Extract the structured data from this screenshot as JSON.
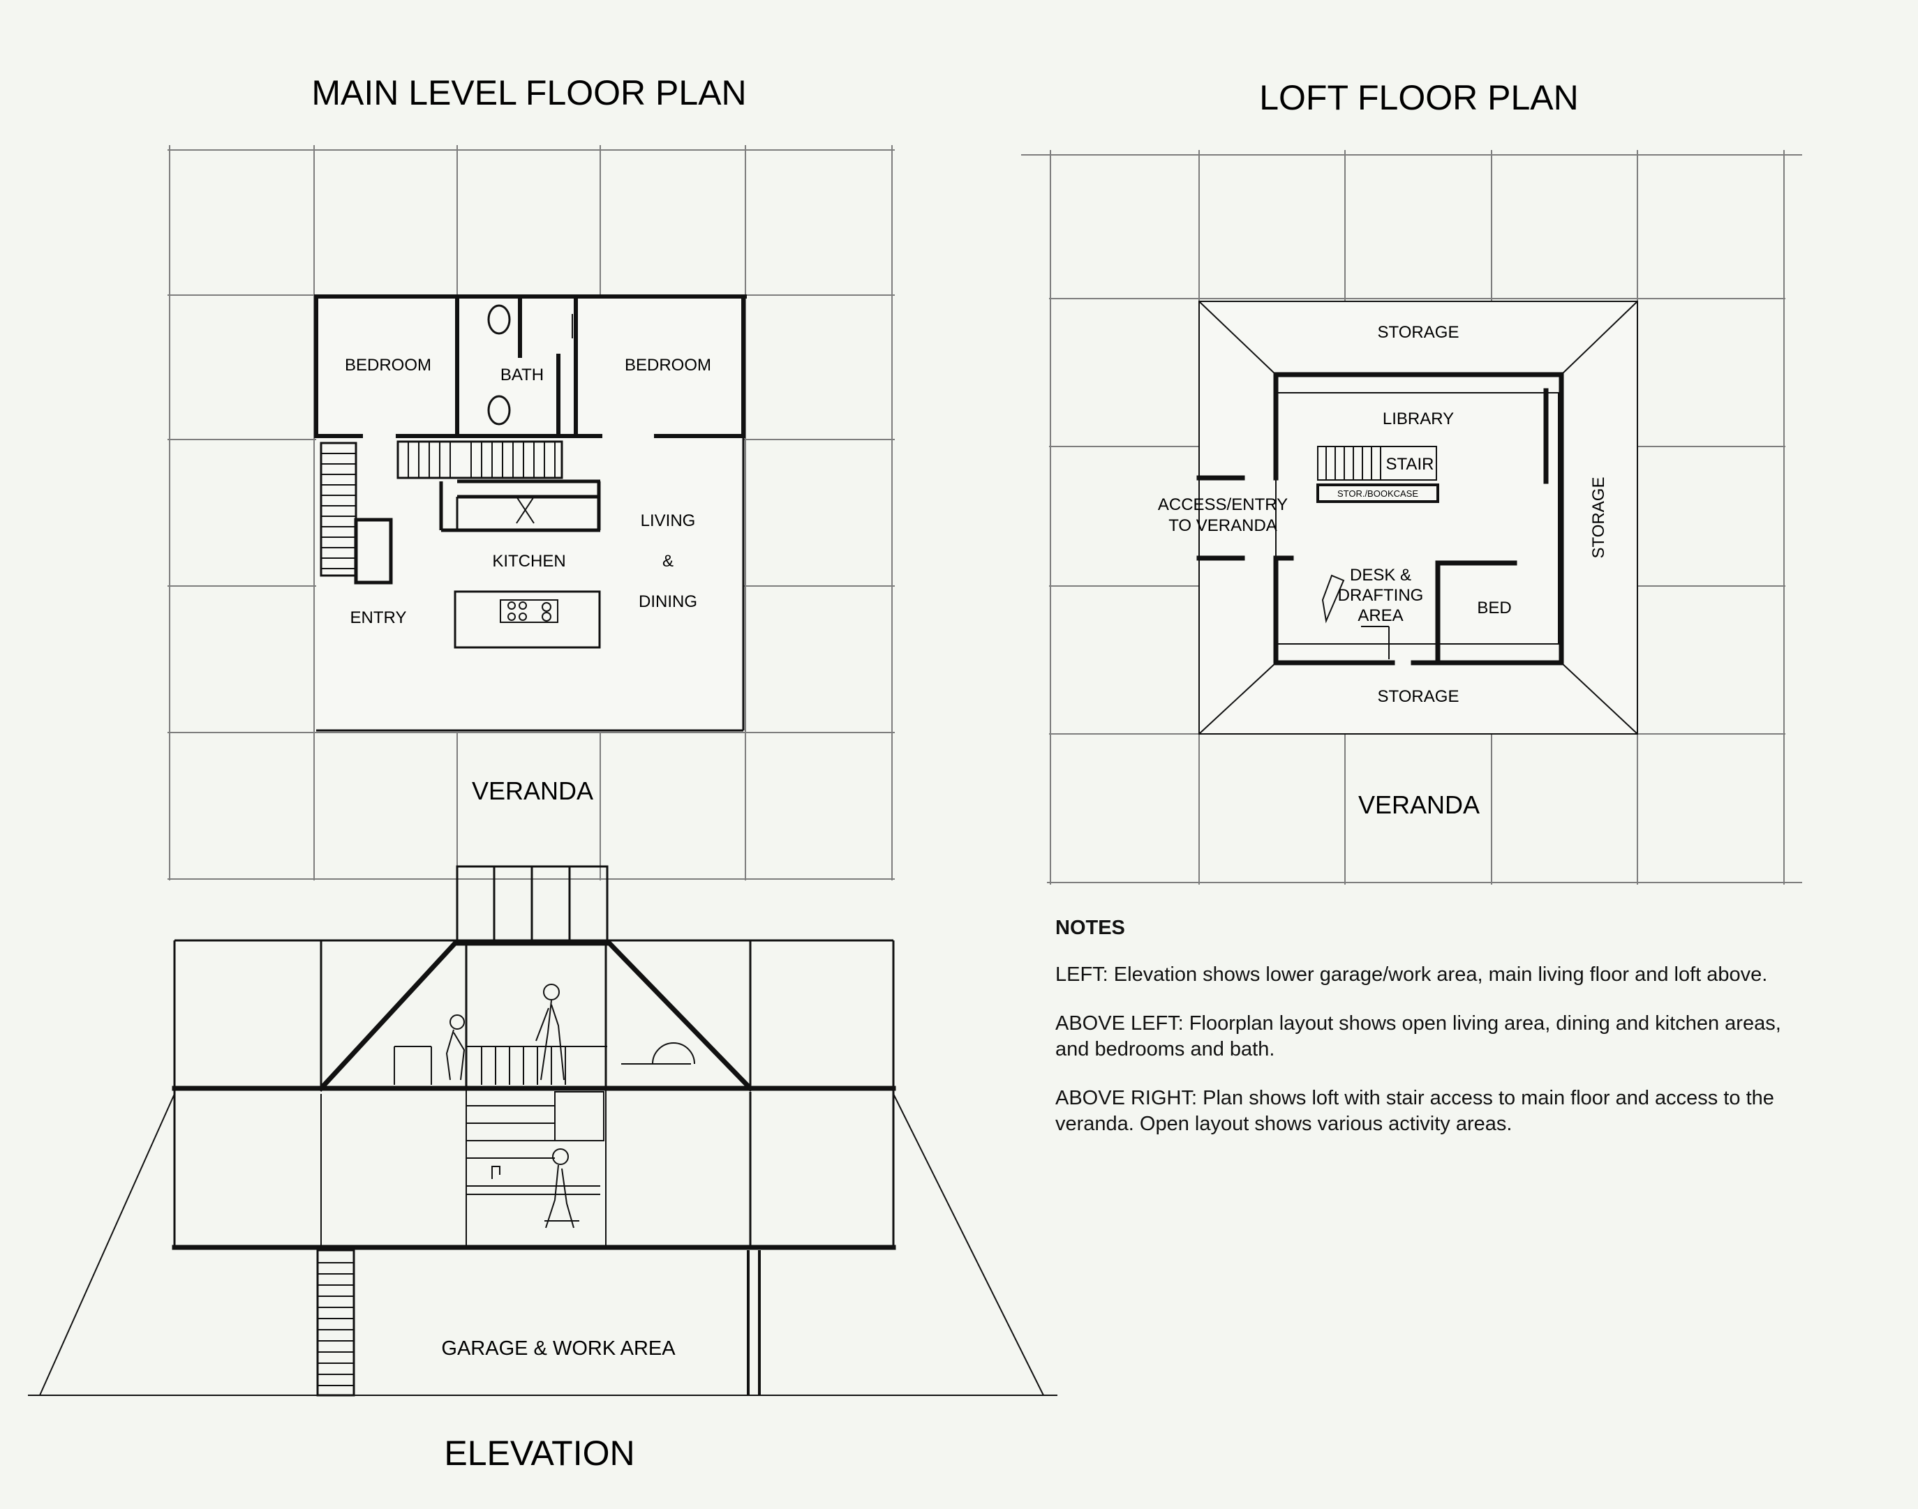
{
  "titles": {
    "main_plan": "MAIN LEVEL FLOOR PLAN",
    "loft_plan": "LOFT FLOOR PLAN",
    "elevation": "ELEVATION"
  },
  "main_level": {
    "bedroom_left": "BEDROOM",
    "bath": "BATH",
    "bedroom_right": "BEDROOM",
    "living": "LIVING",
    "amp": "&",
    "dining": "DINING",
    "kitchen": "KITCHEN",
    "entry": "ENTRY",
    "veranda": "VERANDA"
  },
  "loft": {
    "storage_top": "STORAGE",
    "library": "LIBRARY",
    "stair": "STAIR",
    "stor_bookcase": "STOR./BOOKCASE",
    "access_1": "ACCESS/ENTRY",
    "access_2": "TO VERANDA",
    "desk_1": "DESK &",
    "desk_2": "DRAFTING",
    "desk_3": "AREA",
    "bed": "BED",
    "storage_right": "STORAGE",
    "storage_bottom": "STORAGE",
    "veranda": "VERANDA"
  },
  "elevation": {
    "garage": "GARAGE & WORK AREA"
  },
  "notes": {
    "heading": "NOTES",
    "items": [
      "LEFT: Elevation shows lower garage/work area, main living floor and loft above.",
      "ABOVE LEFT: Floorplan layout shows open living area, dining and kitchen areas, and bedrooms and bath.",
      "ABOVE RIGHT: Plan shows loft with stair access to main floor and access to the veranda. Open layout shows various activity areas."
    ]
  },
  "colors": {
    "ink": "#111111",
    "grid": "#7d7d7d",
    "paper": "#f4f6f1"
  }
}
